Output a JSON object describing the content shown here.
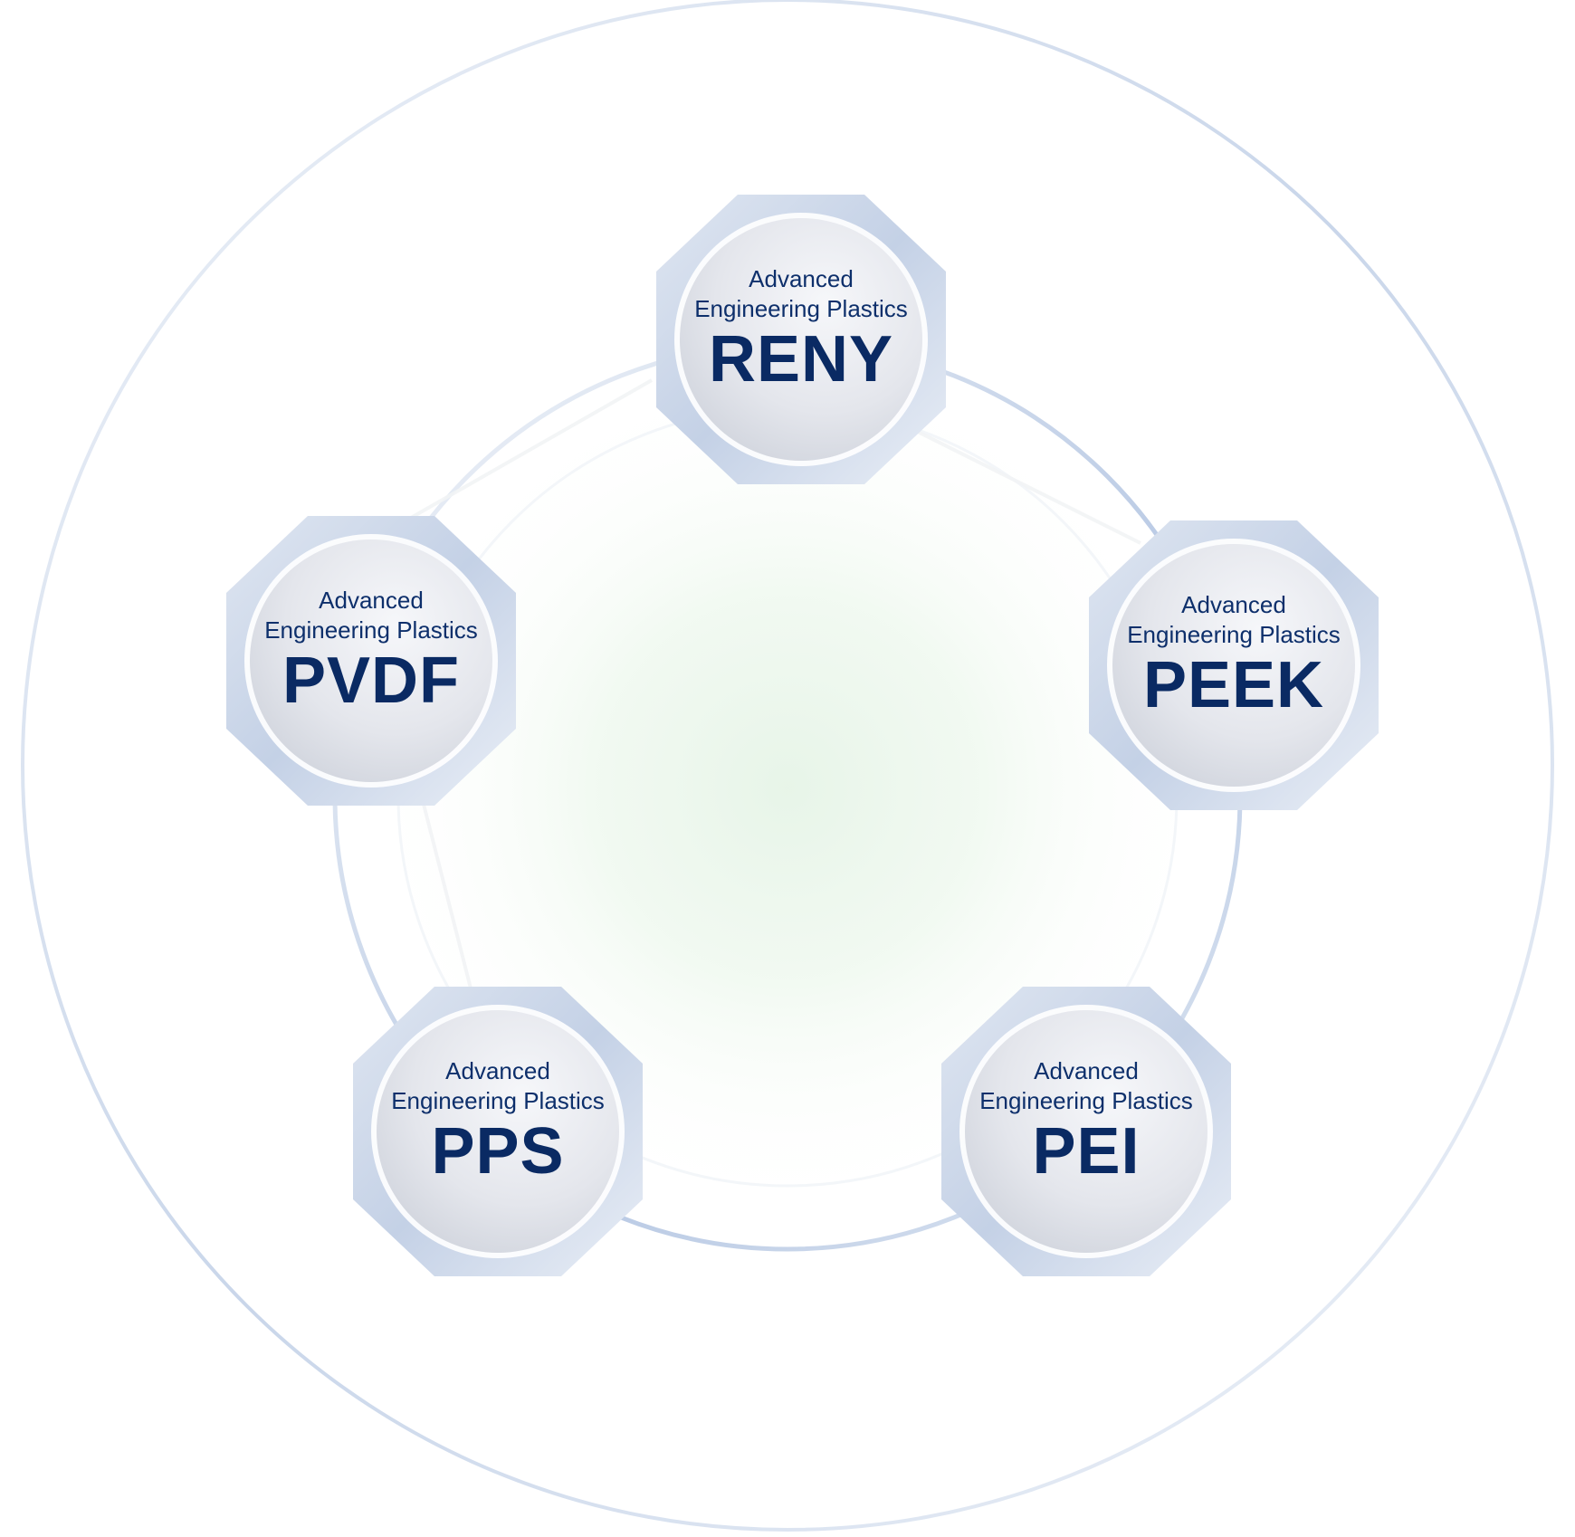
{
  "diagram": {
    "colors": {
      "text_primary": "#0a2a63",
      "outer_ring": "#c9d6ea",
      "inner_ring": "#b8c9e4",
      "center_glow": "#e6f5e6",
      "node_face": "#e9ebf0",
      "node_frame": "#c6d3e8"
    },
    "nodes": [
      {
        "subtitle": "Advanced Engineering Plastics",
        "name": "RENY"
      },
      {
        "subtitle": "Advanced Engineering Plastics",
        "name": "PVDF"
      },
      {
        "subtitle": "Advanced Engineering Plastics",
        "name": "PEEK"
      },
      {
        "subtitle": "Advanced Engineering Plastics",
        "name": "PPS"
      },
      {
        "subtitle": "Advanced Engineering Plastics",
        "name": "PEI"
      }
    ]
  }
}
